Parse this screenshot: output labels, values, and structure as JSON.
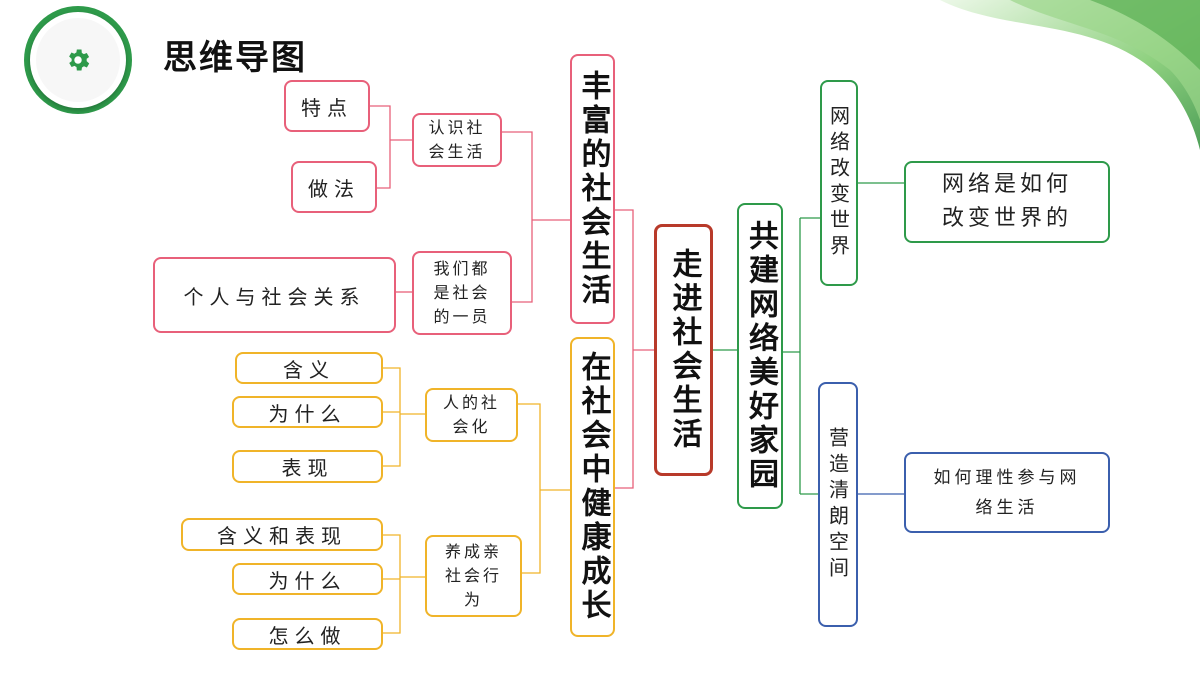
{
  "header": {
    "title": "思维导图",
    "icon": "gear-icon"
  },
  "colors": {
    "accent_green": "#2e9a4a",
    "pink": "#e8607a",
    "orange": "#f0b429",
    "dark_red": "#b83a2a",
    "blue": "#3b5fad"
  },
  "center": {
    "label": "走进社会生活"
  },
  "left": {
    "branch1": {
      "label": "丰富的社会生活",
      "sub1": {
        "label": "认识社会生活",
        "items": [
          "特点",
          "做法"
        ]
      },
      "sub2": {
        "label": "我们都是社会的一员",
        "items": [
          "个人与社会关系"
        ]
      }
    },
    "branch2": {
      "label": "在社会中健康成长",
      "sub1": {
        "label": "人的社会化",
        "items": [
          "含义",
          "为什么",
          "表现"
        ]
      },
      "sub2": {
        "label": "养成亲社会行为",
        "items": [
          "含义和表现",
          "为什么",
          "怎么做"
        ]
      }
    }
  },
  "right": {
    "branch": {
      "label": "共建网络美好家园",
      "sub1": {
        "label": "网络改变世界",
        "item": "网络是如何改变世界的"
      },
      "sub2": {
        "label": "营造清朗空间",
        "item": "如何理性参与网络生活"
      }
    }
  }
}
